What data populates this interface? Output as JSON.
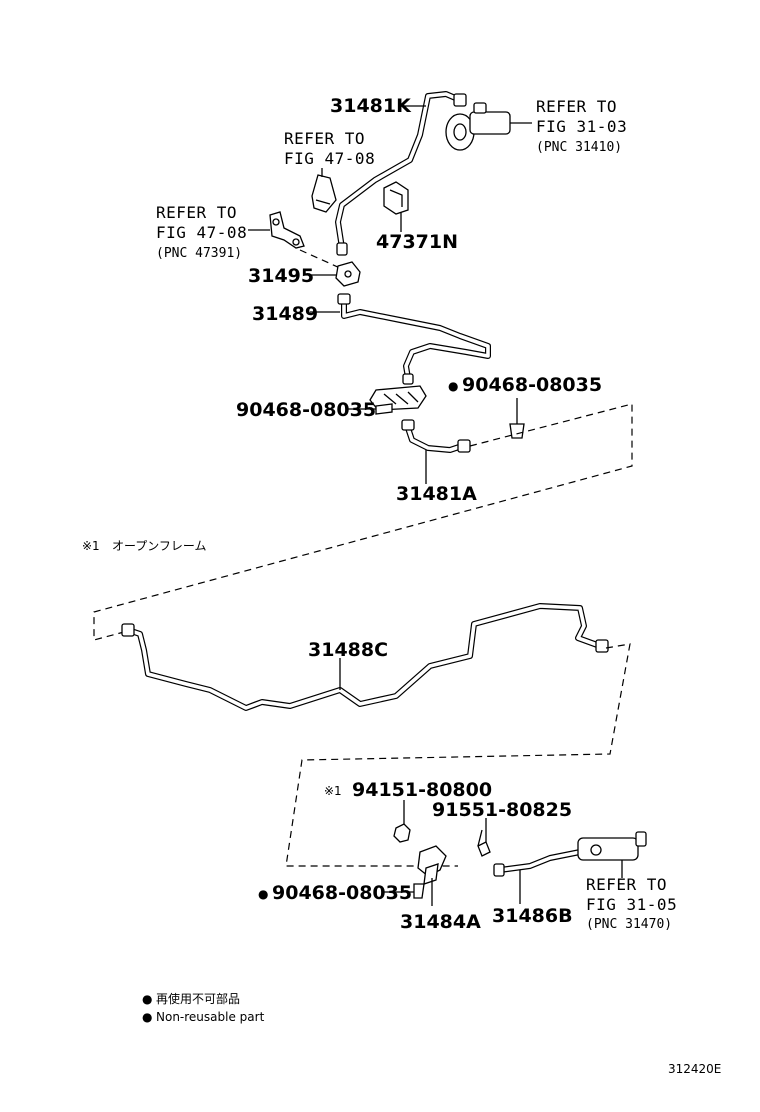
{
  "labels": {
    "p31481k": "31481K",
    "p47371n": "47371N",
    "p31495": "31495",
    "p31489": "31489",
    "p90468a": "90468-08035",
    "p90468b": "90468-08035",
    "p31481a": "31481A",
    "p31488c": "31488C",
    "p94151": "94151-80800",
    "p91551": "91551-80825",
    "p90468c": "90468-08035",
    "p31484a": "31484A",
    "p31486b": "31486B"
  },
  "refs": {
    "r1_line1": "REFER TO",
    "r1_line2": "FIG 31-03",
    "r1_pnc": "(PNC 31410)",
    "r2_line1": "REFER TO",
    "r2_line2": "FIG 47-08",
    "r3_line1": "REFER TO",
    "r3_line2": "FIG 47-08",
    "r3_pnc": "(PNC 47391)",
    "r4_line1": "REFER TO",
    "r4_line2": "FIG 31-05",
    "r4_pnc": "(PNC 31470)"
  },
  "notes": {
    "note_mark_1": "※1",
    "note_1_text": "オープンフレーム",
    "note_mark_2": "※1",
    "legend_jp": "再使用不可部品",
    "legend_en": "Non-reusable part",
    "figure_id": "312420E"
  },
  "markers": {
    "non_reusable_bullet": "●"
  }
}
